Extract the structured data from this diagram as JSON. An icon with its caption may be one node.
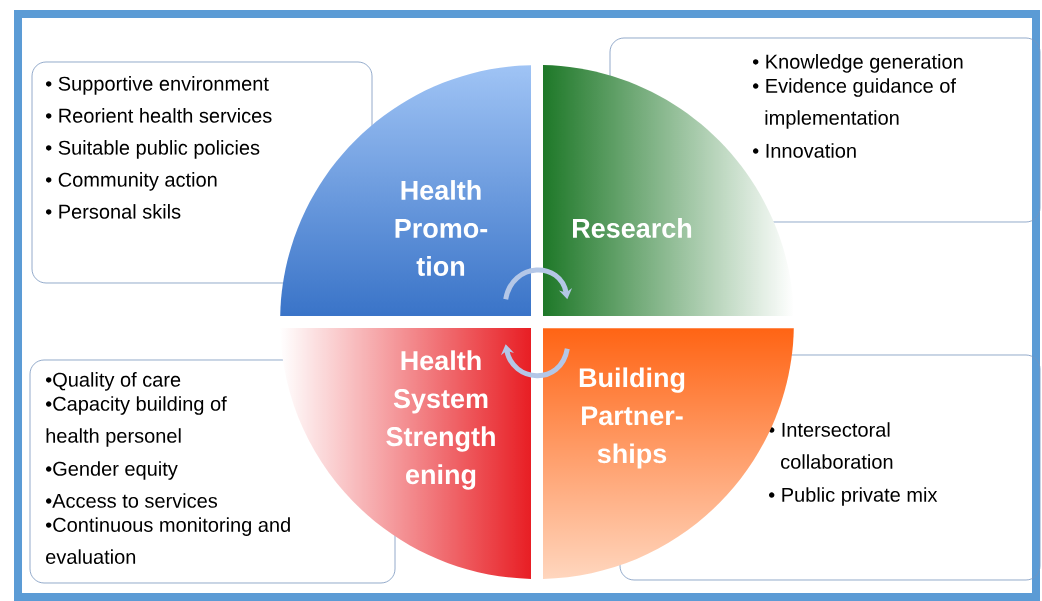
{
  "diagram": {
    "nodes": [
      {
        "text": [
          "• Supportive environment",
          "• Reorient health services",
          "• Suitable public policies",
          "• Community action",
          "• Personal skils"
        ]
      },
      {
        "text": [
          "• Knowledge generation",
          "• Evidence guidance of implementation",
          "• Innovation"
        ]
      },
      {
        "text": [
          "•Quality of care",
          "•Capacity building of health personel",
          "•Gender equity",
          "•Access to services",
          "•Continuous monitoring and evaluation"
        ]
      },
      {
        "text": [
          "• Intersectoral collaboration",
          "• Public private mix"
        ]
      },
      {
        "text": [
          "Health Promo-tion"
        ]
      },
      {
        "text": [
          "Research"
        ]
      },
      {
        "text": [
          "Health System Strength ening"
        ]
      },
      {
        "text": [
          "Building Partner-ships"
        ]
      }
    ],
    "edges": [
      {
        "from": 4,
        "to": 5,
        "arrow": "to"
      },
      {
        "from": 7,
        "to": 6,
        "arrow": "to"
      }
    ]
  }
}
